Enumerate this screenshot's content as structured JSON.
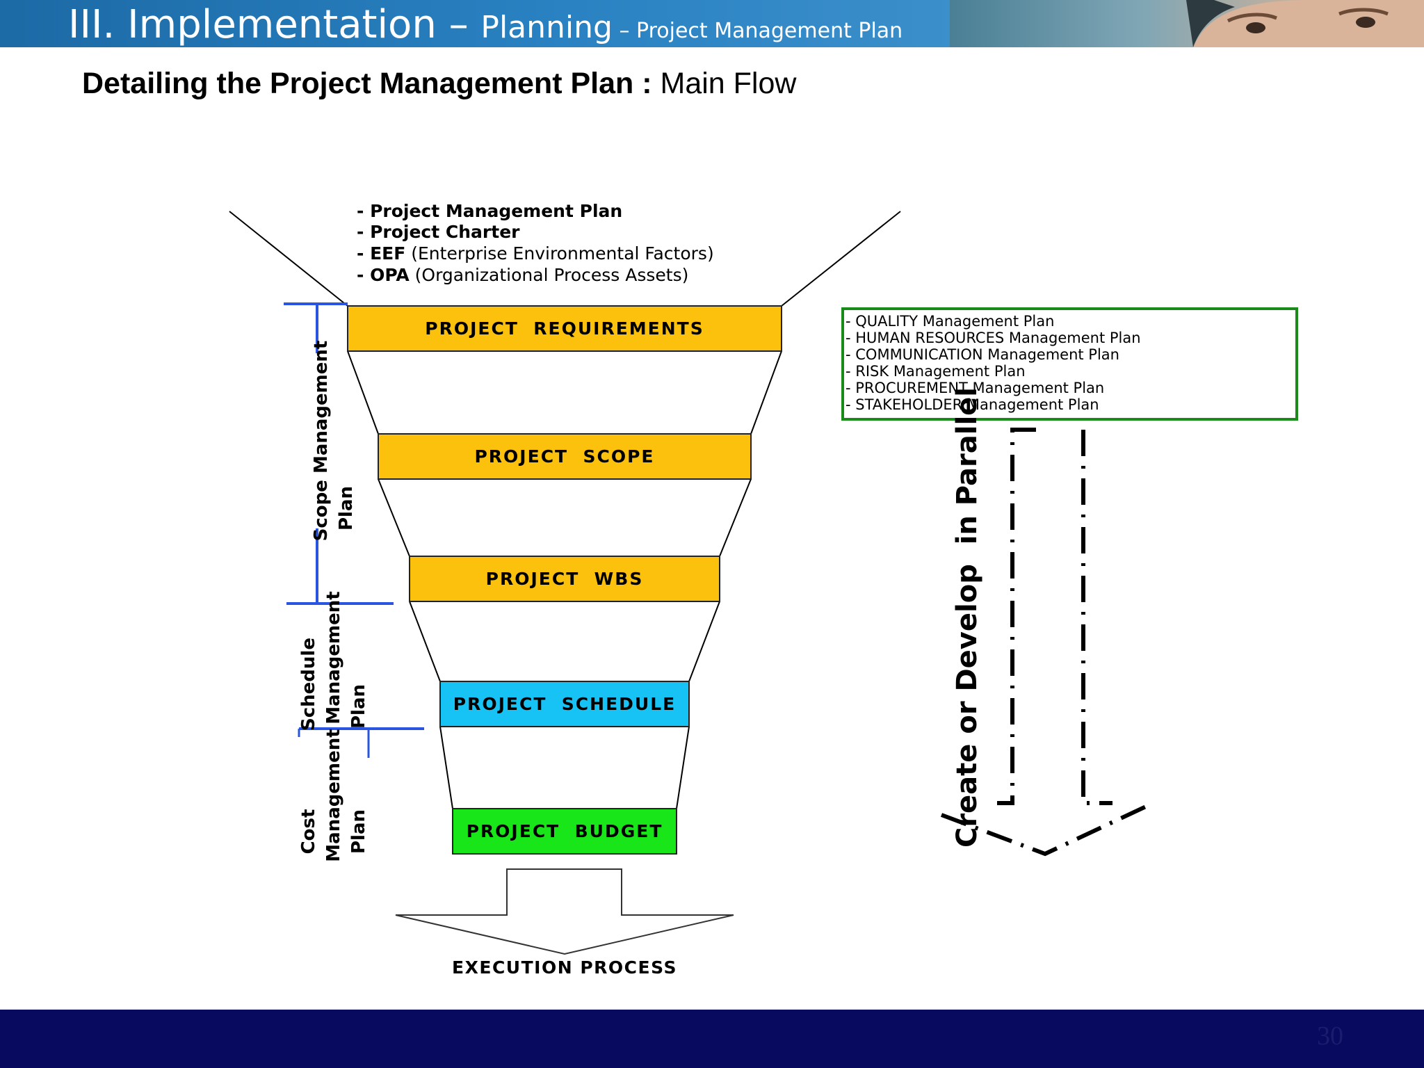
{
  "header": {
    "title_main": "III. Implementation",
    "title_dash": " – ",
    "title_section": "Planning",
    "title_sub": " – Project Management Plan"
  },
  "subtitle": {
    "bold": "Detailing the Project Management Plan :",
    "normal": " Main Flow"
  },
  "diagram": {
    "inputs": [
      {
        "bold": "- Project Management Plan",
        "normal": ""
      },
      {
        "bold": "- Project Charter",
        "normal": ""
      },
      {
        "bold": "- EEF",
        "normal": " (Enterprise Environmental Factors)"
      },
      {
        "bold": "- OPA",
        "normal": " (Organizational Process Assets)"
      }
    ],
    "stages": [
      {
        "label": "PROJECT  REQUIREMENTS",
        "color": "#fbc10d"
      },
      {
        "label": "PROJECT  SCOPE",
        "color": "#fbc10d"
      },
      {
        "label": "PROJECT  WBS",
        "color": "#fbc10d"
      },
      {
        "label": "PROJECT  SCHEDULE",
        "color": "#17c3f5"
      },
      {
        "label": "PROJECT  BUDGET",
        "color": "#19e619"
      }
    ],
    "brackets": {
      "scope": [
        "Scope Management",
        "Plan"
      ],
      "schedule": [
        "Schedule",
        "Management",
        "Plan"
      ],
      "cost": [
        "Cost",
        "Management",
        "Plan"
      ]
    },
    "output": "EXECUTION PROCESS",
    "parallel_plans": [
      "- QUALITY Management Plan",
      "- HUMAN RESOURCES Management Plan",
      "- COMMUNICATION Management Plan",
      "- RISK Management Plan",
      "- PROCUREMENT Management Plan",
      "- STAKEHOLDER Management Plan"
    ],
    "parallel_label": "Create or Develop  in Parallel"
  },
  "footer": {
    "page_number": "30"
  },
  "colors": {
    "header": "#1c6aa6",
    "footer": "#070a5e",
    "bracket": "#2a55e0",
    "plans_border": "#1a8a1a"
  }
}
